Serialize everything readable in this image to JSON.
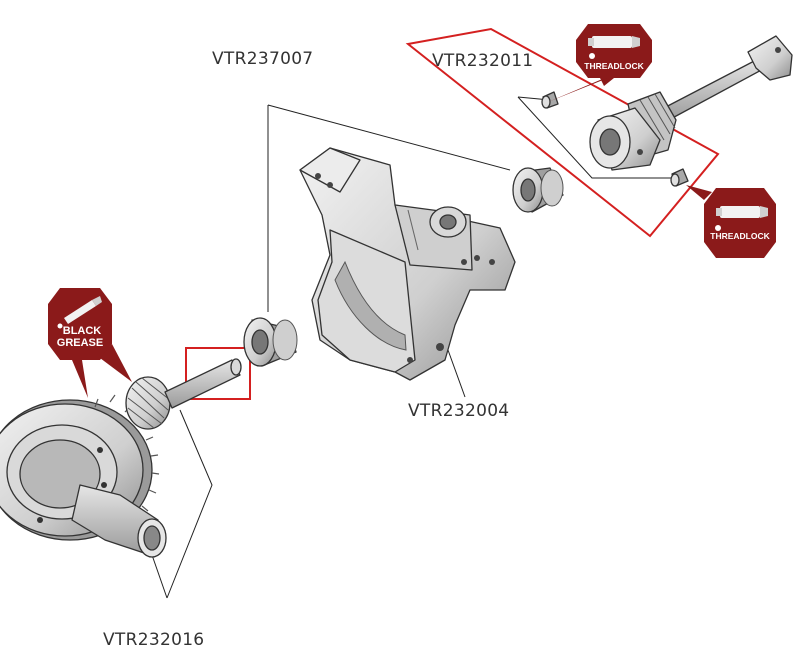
{
  "labels": {
    "bearing": "VTR237007",
    "setscrew": "VTR232011",
    "gearbox": "VTR232004",
    "diffgear": "VTR232016"
  },
  "badges": {
    "threadlock_top": "THREADLOCK",
    "threadlock_bottom": "THREADLOCK",
    "grease_line1": "BLACK",
    "grease_line2": "GREASE"
  },
  "colors": {
    "badge": "#8b1a1a",
    "highlight": "#d42020",
    "line": "#222222",
    "part_light": "#e8e8e8",
    "part_mid": "#bdbdbd",
    "part_dark": "#7a7a7a"
  }
}
